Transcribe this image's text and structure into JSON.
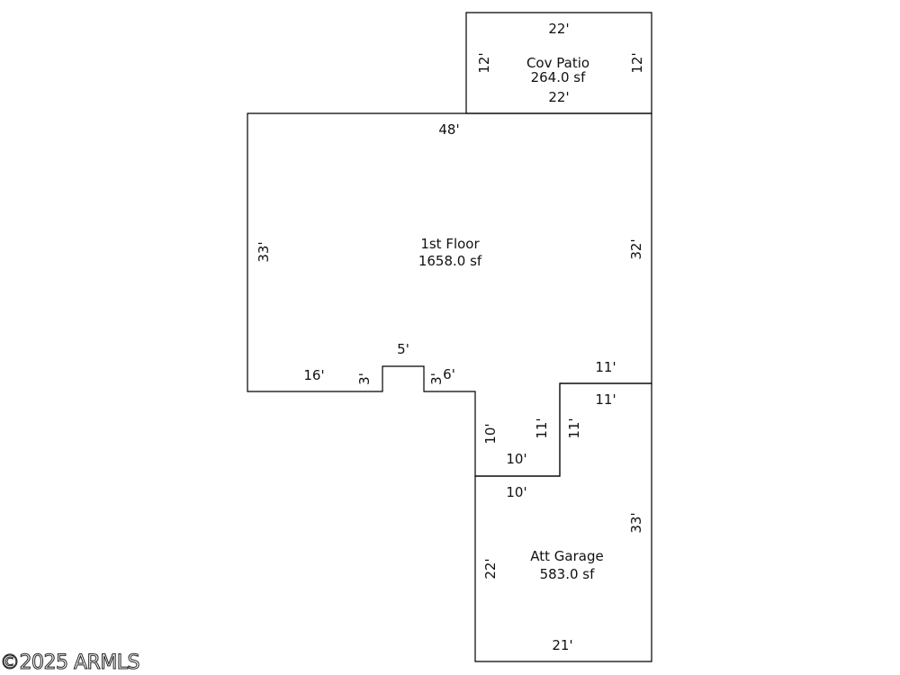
{
  "rooms": {
    "patio": {
      "name": "Cov Patio",
      "area": "264.0 sf"
    },
    "first_floor": {
      "name": "1st Floor",
      "area": "1658.0 sf"
    },
    "garage": {
      "name": "Att Garage",
      "area": "583.0 sf"
    }
  },
  "dimensions": {
    "patio_top": "22'",
    "patio_bottom": "22'",
    "patio_left": "12'",
    "patio_right": "12'",
    "floor_top": "48'",
    "floor_left": "33'",
    "floor_right": "32'",
    "floor_bottom_left": "16'",
    "notch_top": "5'",
    "notch_left": "3'",
    "notch_right": "3'",
    "floor_bottom_mid": "6'",
    "floor_step_top": "11'",
    "garage_top": "11'",
    "floor_step_left": "10'",
    "floor_step_right": "11'",
    "garage_step_left": "11'",
    "floor_step_bottom": "10'",
    "garage_step_bottom": "10'",
    "garage_left": "22'",
    "garage_right": "33'",
    "garage_bottom": "21'"
  },
  "watermark": "©2025 ARMLS"
}
